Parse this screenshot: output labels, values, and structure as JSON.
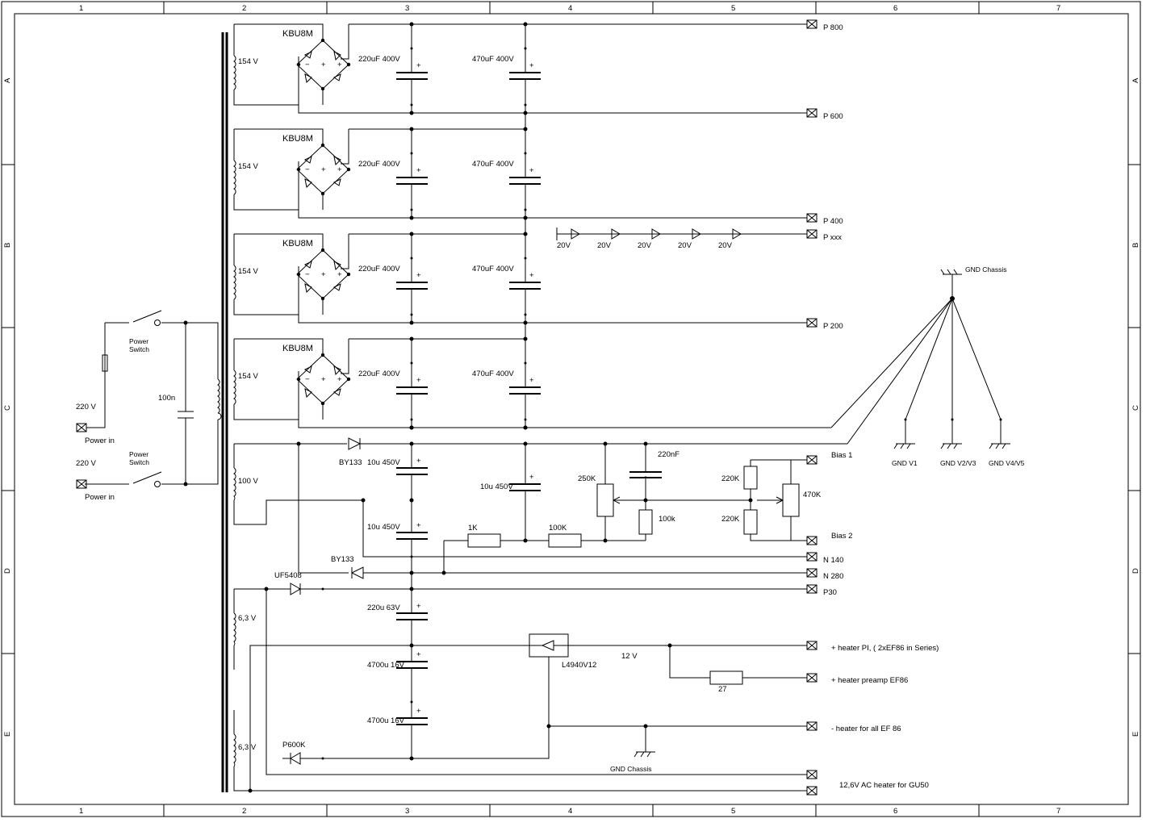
{
  "frame": {
    "columns": [
      "1",
      "2",
      "3",
      "4",
      "5",
      "6",
      "7"
    ],
    "rows": [
      "A",
      "B",
      "C",
      "D",
      "E"
    ]
  },
  "rectifiers": [
    {
      "part": "KBU8M",
      "winding": "154 V",
      "cap1": "220uF 400V",
      "cap2": "470uF 400V"
    },
    {
      "part": "KBU8M",
      "winding": "154 V",
      "cap1": "220uF 400V",
      "cap2": "470uF 400V"
    },
    {
      "part": "KBU8M",
      "winding": "154 V",
      "cap1": "220uF 400V",
      "cap2": "470uF 400V"
    },
    {
      "part": "KBU8M",
      "winding": "154 V",
      "cap1": "220uF 400V",
      "cap2": "470uF 400V"
    }
  ],
  "zener": {
    "labels": [
      "20V",
      "20V",
      "20V",
      "20V",
      "20V"
    ]
  },
  "outputs": {
    "p800": "P 800",
    "p600": "P 600",
    "p400": "P 400",
    "pxxx": "P xxx",
    "p200": "P 200",
    "bias1": "Bias 1",
    "bias2": "Bias 2",
    "n140": "N 140",
    "n280": "N 280",
    "p30": "P30",
    "heater_pi": "+ heater PI, ( 2xEF86 in Series)",
    "heater_preamp": "+ heater preamp EF86",
    "heater_neg": "- heater for all EF 86",
    "heater_gu50": "12,6V AC heater for GU50"
  },
  "mains": {
    "v1": "220 V",
    "in1": "Power in",
    "sw1a": "Power",
    "sw1b": "Switch",
    "v2": "220 V",
    "in2": "Power in",
    "sw2a": "Power",
    "sw2b": "Switch",
    "cap": "100n"
  },
  "bias_section": {
    "winding": "100 V",
    "diode1": "BY133",
    "cap1": "10u 450V",
    "cap2": "10u 450V",
    "cap3": "10u 450V",
    "r1k": "1K",
    "r100k_series": "100K",
    "pot250k": "250K",
    "c220nf": "220nF",
    "r100k": "100k",
    "r220k_a": "220K",
    "r220k_b": "220K",
    "pot470k": "470K",
    "diode2": "BY133"
  },
  "low_voltage": {
    "winding1": "6,3 V",
    "winding2": "6,3 V",
    "diode_uf": "UF5408",
    "cap220u": "220u 63V",
    "cap4700a": "4700u 16V",
    "cap4700b": "4700u 16V",
    "regulator": "L4940V12",
    "reg_out": "12 V",
    "r27": "27",
    "diode_p600": "P600K",
    "gnd_chassis": "GND Chassis"
  },
  "ground_star": {
    "top": "GND Chassis",
    "g1": "GND V1",
    "g2": "GND V2/V3",
    "g3": "GND V4/V5"
  }
}
